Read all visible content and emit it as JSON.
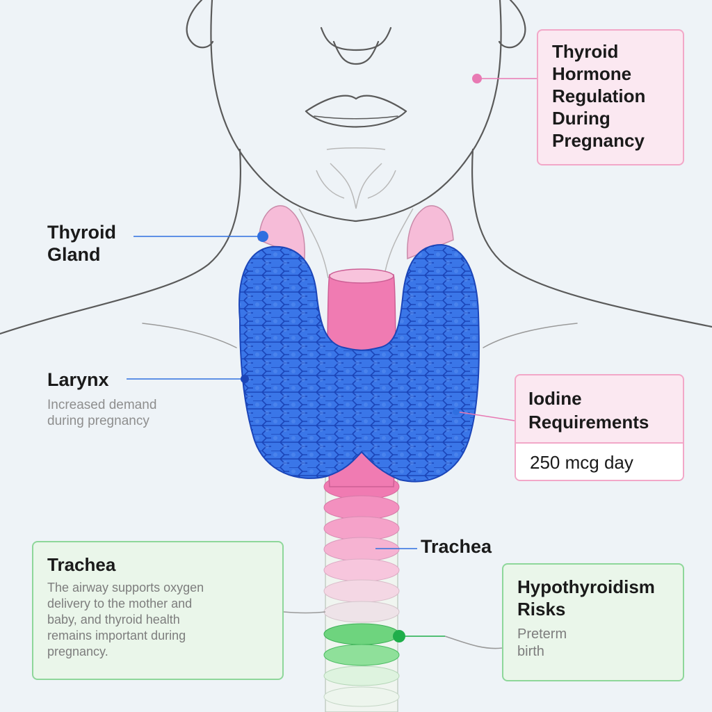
{
  "colors": {
    "background": "#eef3f7",
    "thyroid": "#3a76e8",
    "thyroid_outline": "#1b45b8",
    "larynx_pink": "#f07bb2",
    "pink_card_border": "#f2a7c8",
    "green_card_border": "#8ed79a",
    "blue_leader": "#2f6fe0",
    "pink_leader": "#e879b3",
    "green_dot": "#1fae4a"
  },
  "labels": {
    "thyroid_gland": [
      "Thyroid",
      "Gland"
    ],
    "larynx": "Larynx",
    "larynx_note": [
      "Increased demand",
      "during pregnancy"
    ],
    "trachea_right": "Trachea"
  },
  "cards": {
    "hormone_regulation": {
      "title": [
        "Thyroid",
        "Hormone",
        "Regulation",
        "During",
        "Pregnancy"
      ]
    },
    "iodine": {
      "title": [
        "Iodine",
        "Requirements"
      ],
      "value": "250 mcg day"
    },
    "trachea": {
      "title": "Trachea",
      "body": [
        "The airway supports oxygen",
        "delivery to the mother and",
        "baby, and thyroid health",
        "remains important during",
        "pregnancy."
      ]
    },
    "hypothyroidism": {
      "title": [
        "Hypothyroidism",
        "Risks"
      ],
      "body": [
        "Preterm",
        "birth"
      ]
    }
  }
}
